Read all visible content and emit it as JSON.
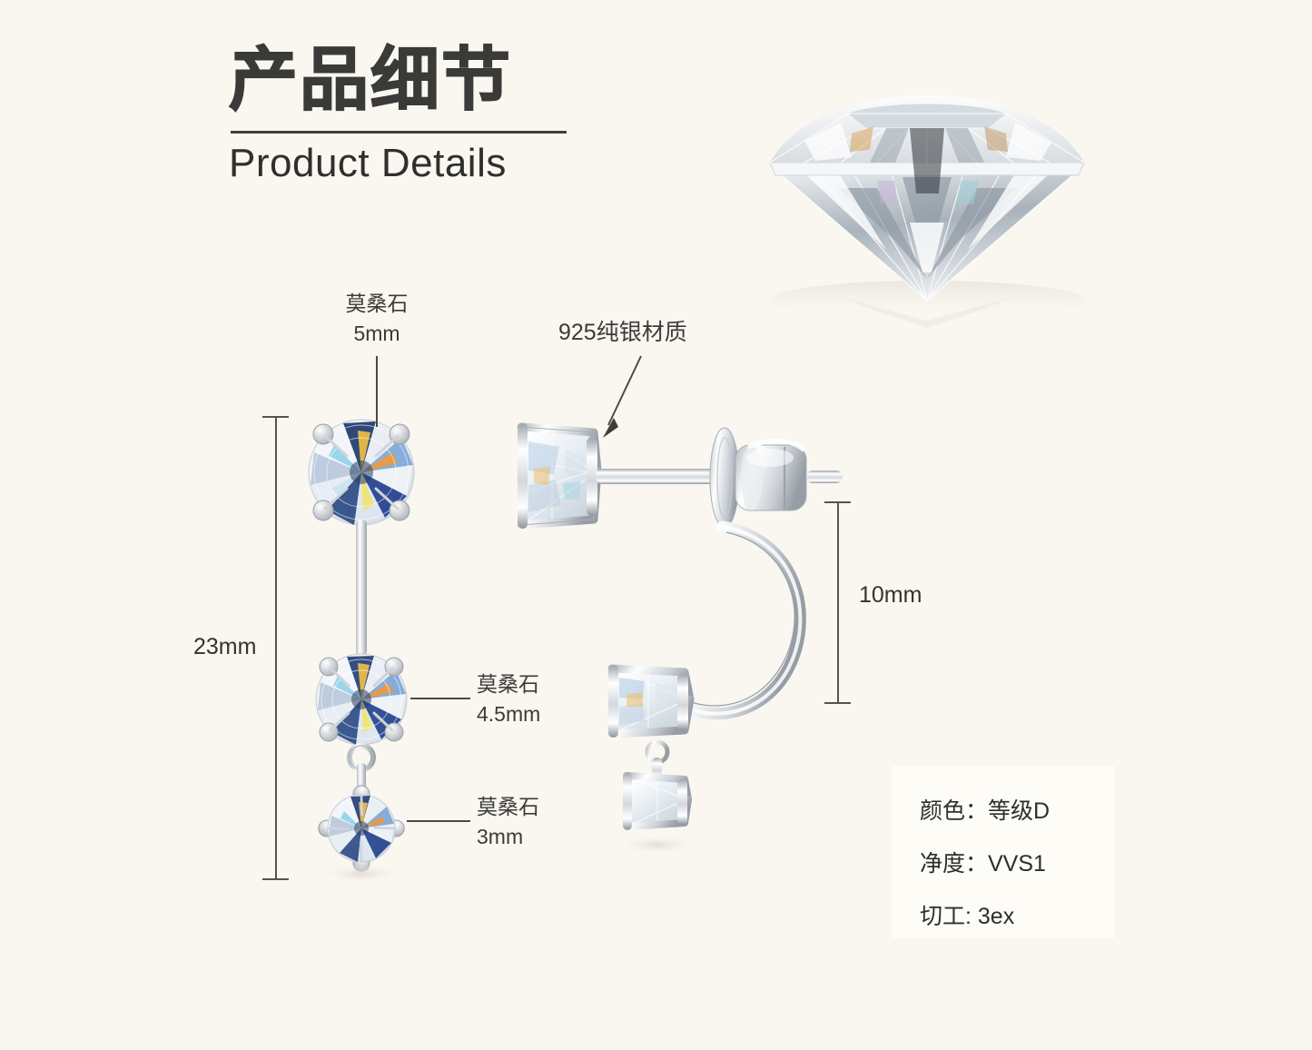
{
  "page": {
    "background_color": "#faf7f0",
    "text_color": "#3b3b39"
  },
  "heading": {
    "title_cn": "产品细节",
    "title_en": "Product Details"
  },
  "annotations": {
    "top_stone": {
      "material": "莫桑石",
      "size": "5mm"
    },
    "middle_stone": {
      "material": "莫桑石",
      "size": "4.5mm"
    },
    "bottom_stone": {
      "material": "莫桑石",
      "size": "3mm"
    },
    "material_callout": "925纯银材质"
  },
  "dimensions": {
    "total_length": "23mm",
    "jacket_drop": "10mm"
  },
  "specs": {
    "color_label": "颜色：",
    "color_value": "等级D",
    "clarity_label": "净度：",
    "clarity_value": "VVS1",
    "cut_label": "切工:",
    "cut_value": "3ex",
    "line1": "颜色：等级D",
    "line2": "净度：VVS1",
    "line3": "切工: 3ex"
  },
  "imagery": {
    "hero": "round-brilliant-diamond-side-view",
    "left_piece": "three-stone-drop-earring-front-view",
    "right_piece": "stud-with-curved-jacket-side-view"
  }
}
